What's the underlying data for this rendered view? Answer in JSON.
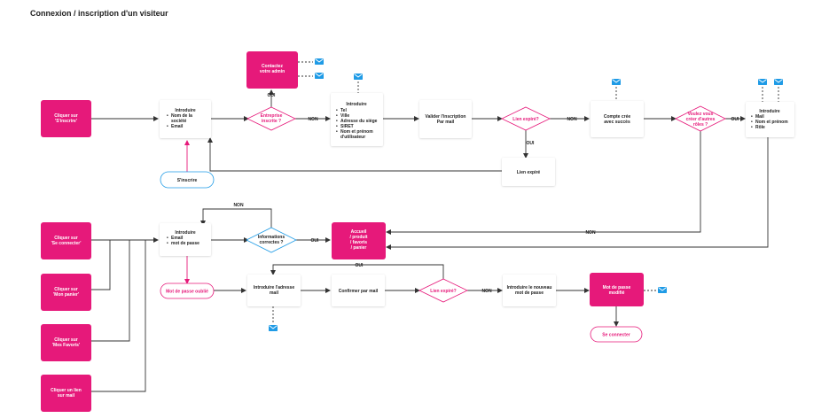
{
  "title": "Connexion / inscription d'un visiteur",
  "nodes": {
    "clic_sinscrire": [
      "Cliquer sur",
      "'S'inscrire'"
    ],
    "clic_connecter": [
      "Cliquer sur",
      "'Se connecter'"
    ],
    "clic_panier": [
      "Cliquer sur",
      "'Mon panier'"
    ],
    "clic_favoris": [
      "Cliquer sur",
      "'Mes Favoris'"
    ],
    "clic_lien": [
      "Cliquer un lien",
      "sur mail"
    ],
    "introduire_inscription": {
      "title": "Introduire",
      "items": [
        "Nom de la",
        "société",
        "Email"
      ]
    },
    "sinscrire": "S'inscrire",
    "entreprise_inscrite": [
      "Entreprise",
      "inscrite ?"
    ],
    "contactez_admin": [
      "Contactez",
      "votre admin"
    ],
    "introduire_details": {
      "title": "Introduire",
      "items": [
        "Tel",
        "Ville",
        "Adresse du siège",
        "SIRET",
        "Nom et prénom",
        "d'utilisateur"
      ]
    },
    "valider_inscription": [
      "Valider l'inscription",
      "Par mail"
    ],
    "lien_expire_q1": "Lien expiré?",
    "lien_expire_box": "Lien expiré",
    "compte_cree": [
      "Compte crée",
      "avec succès"
    ],
    "autres_roles": [
      "Voulez vous",
      "créer d'autres",
      "rôles ?"
    ],
    "introduire_roles": {
      "title": "Introduire",
      "items": [
        "Mail",
        "Nom et prénom",
        "Rôle"
      ]
    },
    "introduire_connexion": {
      "title": "Introduire",
      "items": [
        "Email",
        "mot de passe"
      ]
    },
    "infos_correctes": [
      "Informations",
      "correctes ?"
    ],
    "accueil": [
      "Accueil",
      "/ produit",
      "/ favoris",
      "/ panier"
    ],
    "mdp_oublie": "Mot de passe oublié",
    "introduire_adresse": [
      "Introduire l'adresse",
      "mail"
    ],
    "confirmer_mail": "Confirmer par mail",
    "lien_expire_q2": "Lien expiré?",
    "introduire_nouveau_mdp": [
      "Introduire le nouveau",
      "mot de passe"
    ],
    "mdp_modifie": [
      "Mot de passe",
      "modifié"
    ],
    "se_connecter": "Se connecter"
  },
  "labels": {
    "oui_entreprise": "OUI",
    "non_entreprise": "NON",
    "non_lien1": "NON",
    "oui_lien1": "OUI",
    "oui_roles": "OUI",
    "non_infos_top": "NON",
    "oui_infos": "OUI",
    "non_roles_bottom": "NON",
    "oui_lien2": "OUI",
    "non_lien2": "NON"
  },
  "colors": {
    "accent": "#e6197a",
    "mail_icon": "#1f9be6"
  },
  "icons": [
    "mail-icon"
  ]
}
